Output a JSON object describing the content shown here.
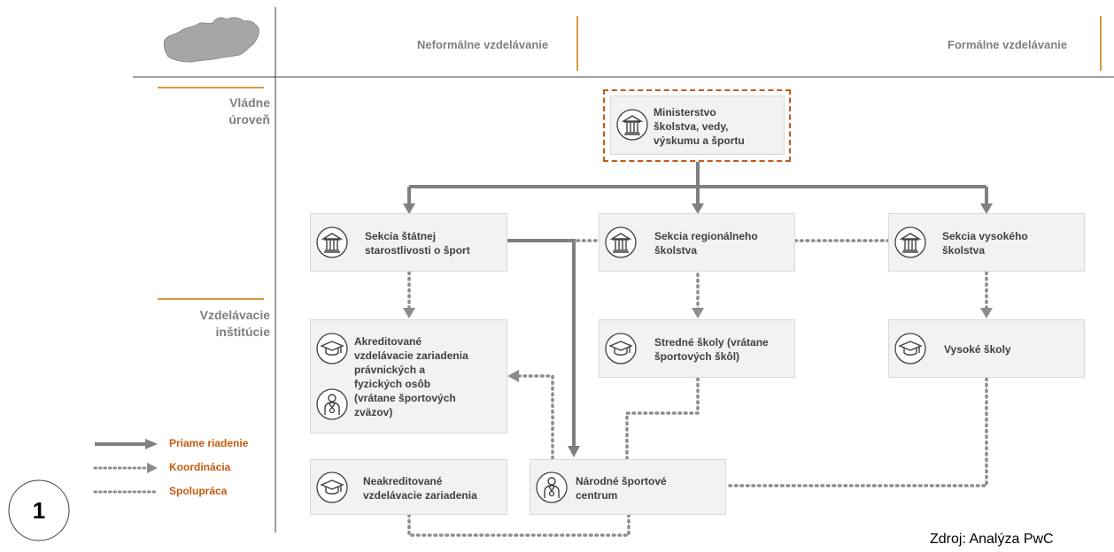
{
  "header": {
    "neformalne": "Neformálne vzdelávanie",
    "formalne": "Formálne vzdelávanie"
  },
  "rows": {
    "vladne": [
      "Vládne",
      "úroveň"
    ],
    "vzdelavacie": [
      "Vzdelávacie",
      "inštitúcie"
    ]
  },
  "nodes": {
    "ministerstvo": [
      "Ministerstvo",
      "školstva, vedy,",
      "výskumu a športu"
    ],
    "sekcia_sport": [
      "Sekcia štátnej",
      "starostlivosti o šport"
    ],
    "sekcia_regional": [
      "Sekcia regionálneho",
      "školstva"
    ],
    "sekcia_vysoke": [
      "Sekcia vysokého",
      "školstva"
    ],
    "akreditovane": [
      "Akreditované",
      "vzdelávacie zariadenia",
      "právnických a",
      "fyzických osôb",
      "(vrátane športových",
      "zväzov)"
    ],
    "stredne": [
      "Stredné školy (vrátane",
      "športových škôl)"
    ],
    "vysoke": [
      "Vysoké školy"
    ],
    "neakreditovane": [
      "Neakreditované",
      "vzdelávacie zariadenia"
    ],
    "narodne": [
      "Národné športové",
      "centrum"
    ]
  },
  "legend": {
    "priame": "Priame riadenie",
    "koordinacia": "Koordinácia",
    "spolupraca": "Spolupráca"
  },
  "page_number": "1",
  "source": "Zdroj: Analýza PwC",
  "icons": {
    "ministry": "government-building-icon",
    "school": "graduation-cap-icon",
    "athlete": "athlete-medal-icon",
    "map": "slovakia-map-icon"
  }
}
